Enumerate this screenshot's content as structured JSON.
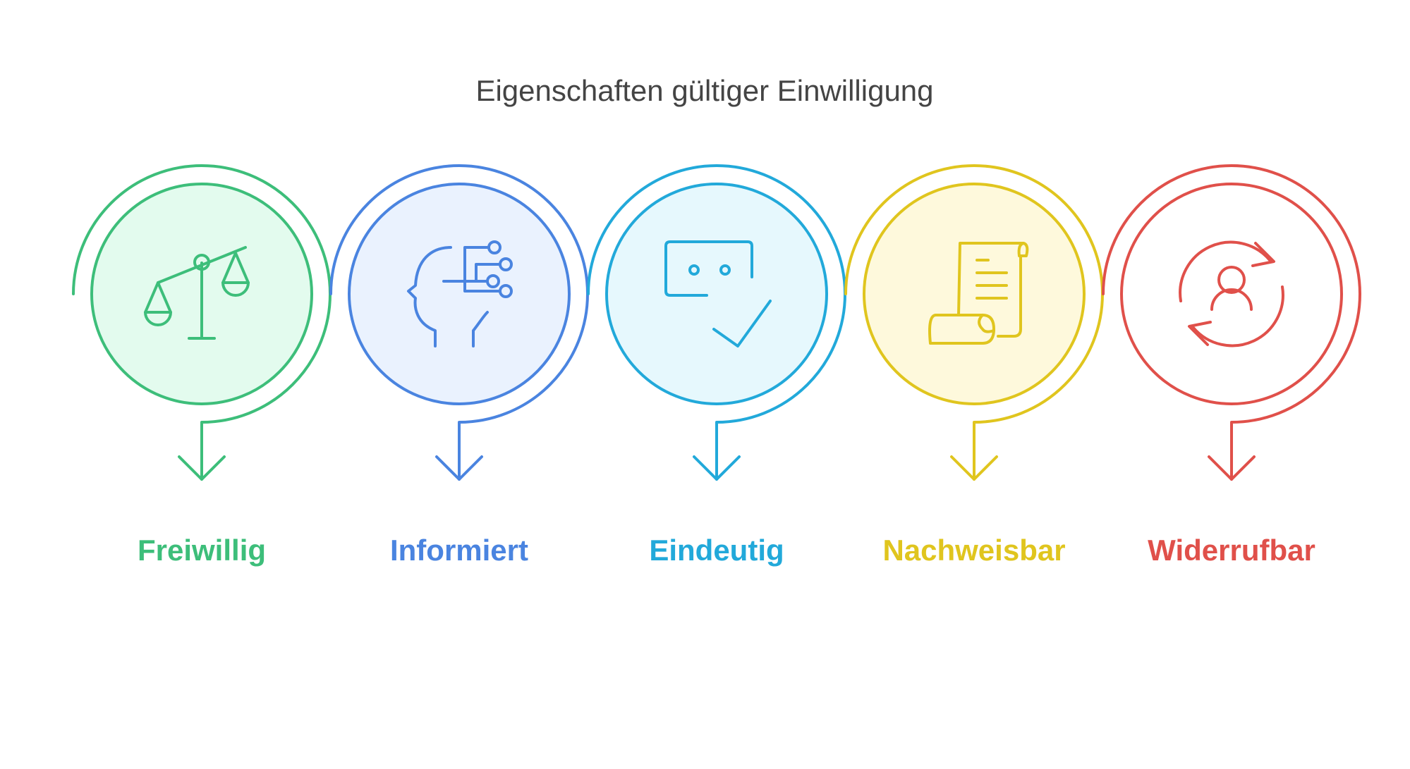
{
  "title": "Eigenschaften gültiger Einwilligung",
  "steps": [
    {
      "label": "Freiwillig",
      "color": "#3DBE7A",
      "fill": "#E3FBEE",
      "icon": "balance-scale-icon"
    },
    {
      "label": "Informiert",
      "color": "#4A84E0",
      "fill": "#EAF2FE",
      "icon": "head-network-icon"
    },
    {
      "label": "Eindeutig",
      "color": "#22A9DA",
      "fill": "#E6F8FD",
      "icon": "chat-check-icon"
    },
    {
      "label": "Nachweisbar",
      "color": "#E0C51E",
      "fill": "#FEF9DC",
      "icon": "scroll-document-icon"
    },
    {
      "label": "Widerrufbar",
      "color": "#E0504A",
      "fill": "#FFFFFF",
      "icon": "user-cycle-icon"
    }
  ]
}
